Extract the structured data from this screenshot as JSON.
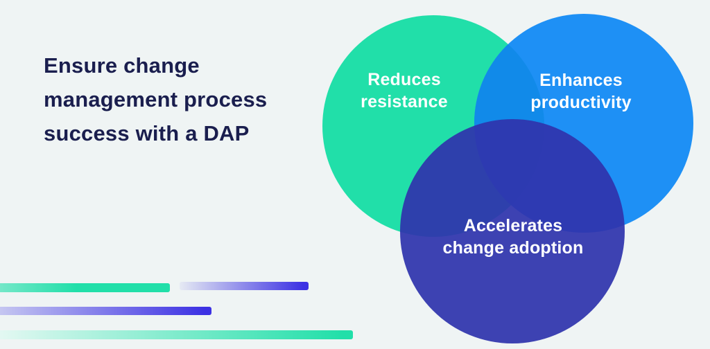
{
  "page": {
    "background_color": "#EFF4F4",
    "heading": {
      "text": "Ensure change management process success with a DAP",
      "lines": [
        "Ensure change",
        "management process",
        "success with a DAP"
      ],
      "color": "#1A1E4E"
    },
    "venn": {
      "label_color": "#FFFFFF",
      "overlap_color": "#118AE9",
      "circles": [
        {
          "id": "reduces-resistance",
          "label": "Reduces resistance",
          "lines": [
            "Reduces",
            "resistance"
          ],
          "color": "#21DFA9"
        },
        {
          "id": "enhances-productivity",
          "label": "Enhances productivity",
          "lines": [
            "Enhances",
            "productivity"
          ],
          "color": "#1E90F5"
        },
        {
          "id": "accelerates-change-adoption",
          "label": "Accelerates change adoption",
          "lines": [
            "Accelerates",
            "change adoption"
          ],
          "color": "#3C41B1",
          "base_fill": "#2F34AC",
          "opacity": "0.93"
        }
      ]
    },
    "decoration_bars": {
      "green": "#21DFA9",
      "indigo": "#3C31E3"
    }
  }
}
